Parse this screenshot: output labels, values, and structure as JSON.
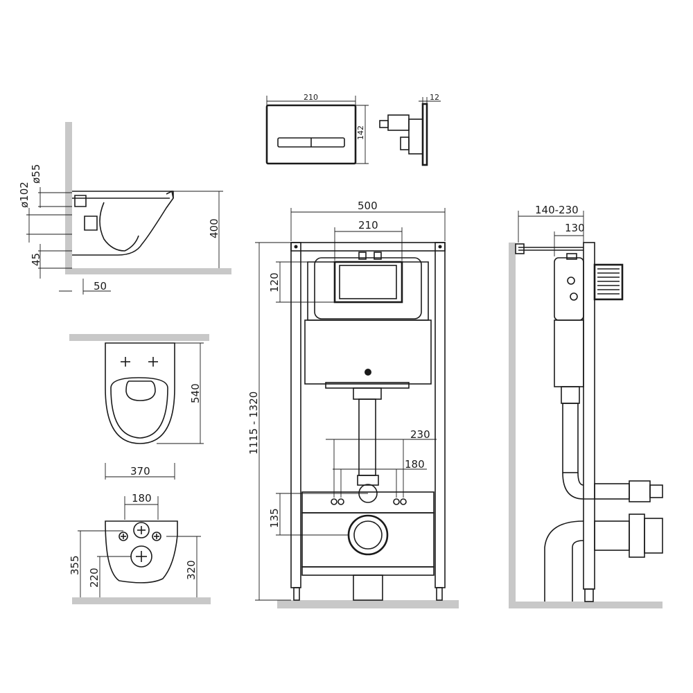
{
  "side_view": {
    "dim_d55": "ø55",
    "dim_d102": "ø102",
    "dim_45": "45",
    "dim_400": "400",
    "dim_50": "50"
  },
  "top_view": {
    "dim_540": "540",
    "dim_370": "370"
  },
  "rear_view": {
    "dim_180": "180",
    "dim_355": "355",
    "dim_220": "220",
    "dim_320": "320"
  },
  "flush_plate": {
    "dim_210": "210",
    "dim_142": "142",
    "dim_12": "12"
  },
  "frame_front": {
    "dim_500": "500",
    "dim_210": "210",
    "dim_120": "120",
    "dim_1115_1320": "1115 - 1320",
    "dim_230": "230",
    "dim_180": "180",
    "dim_135": "135"
  },
  "frame_side": {
    "dim_140_230": "140-230",
    "dim_130": "130"
  }
}
